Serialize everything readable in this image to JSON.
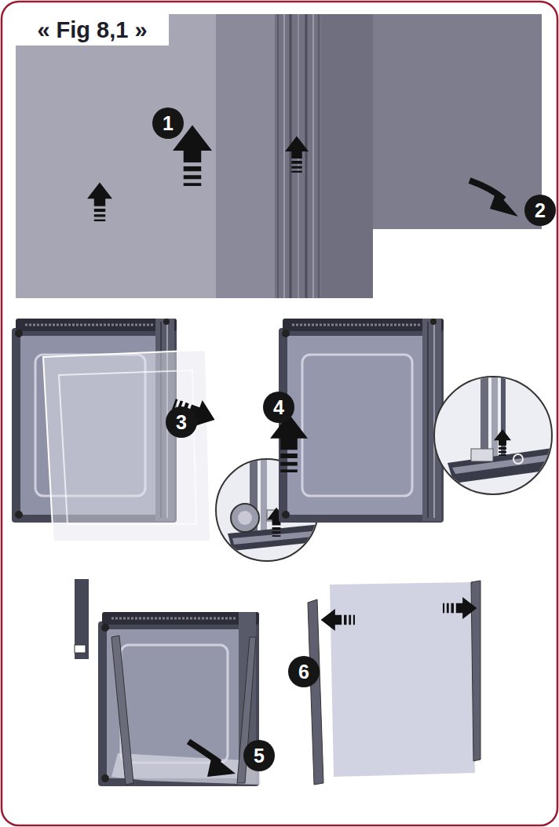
{
  "diagram": {
    "title": "« Fig 8,1 »",
    "labels": [
      "1",
      "2",
      "3",
      "4",
      "5",
      "6"
    ]
  }
}
